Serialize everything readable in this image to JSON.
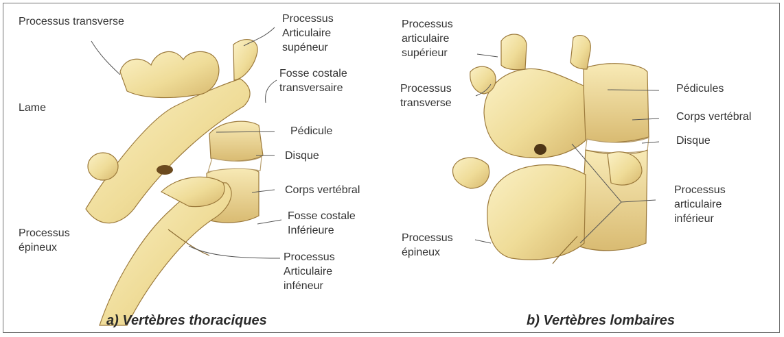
{
  "panels": [
    {
      "caption": "a) Vertèbres thoraciques",
      "labels": {
        "transverse_process": "Processus transverse",
        "superior_articular": "Processus\nArticulaire\nsupéneur",
        "transverse_costal_fossa": "Fosse costale\ntransversaire",
        "lamina": "Lame",
        "pedicle": "Pédicule",
        "disc": "Disque",
        "body": "Corps vertébral",
        "inferior_costal_fossa": "Fosse costale\nInférieure",
        "spinous_process": "Processus\népineux",
        "inferior_articular": "Processus\nArticulaire\ninféneur"
      }
    },
    {
      "caption": "b) Vertèbres lombaires",
      "labels": {
        "superior_articular": "Processus\narticulaire\nsupérieur",
        "transverse_process": "Processus\ntransverse",
        "pedicles": "Pédicules",
        "body": "Corps vertébral",
        "disc": "Disque",
        "inferior_articular": "Processus\narticulaire\ninférieur",
        "spinous_process": "Processus\népineux"
      }
    }
  ],
  "colors": {
    "bone": "#f2e3a4",
    "bone_shadow": "#c9a85e",
    "bone_dark": "#7a5a2a",
    "leader_line": "#555555",
    "border": "#6f6f6f"
  }
}
